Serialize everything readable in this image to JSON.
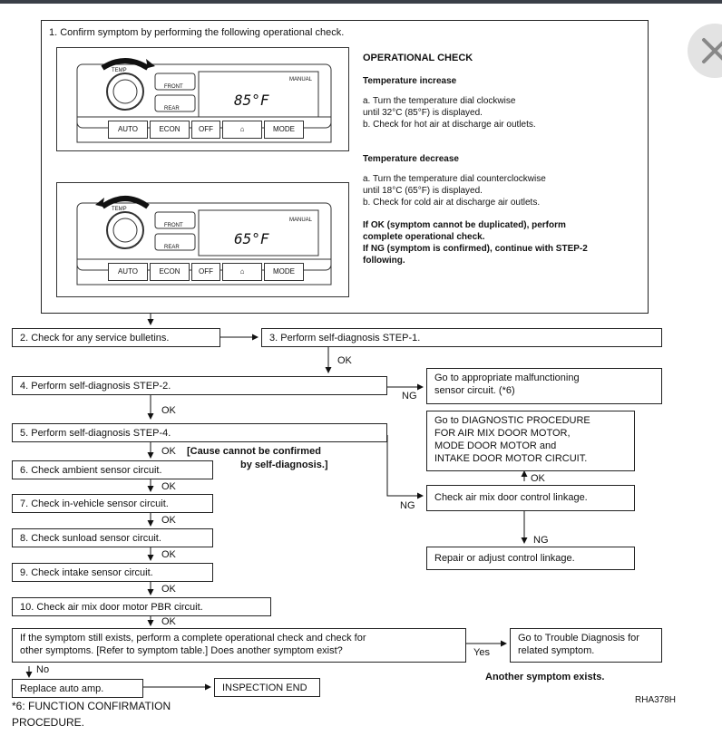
{
  "step1": {
    "text": "1.  Confirm symptom by performing the following operational check.",
    "panel1": {
      "display": "85°F",
      "buttons": [
        "AUTO",
        "ECON",
        "OFF",
        "",
        "MODE"
      ],
      "dial_label": "TEMP",
      "front": "FRONT",
      "rear": "REAR",
      "manual": "MANUAL"
    },
    "panel2": {
      "display": "65°F",
      "buttons": [
        "AUTO",
        "ECON",
        "OFF",
        "",
        "MODE"
      ],
      "dial_label": "TEMP",
      "front": "FRONT",
      "rear": "REAR",
      "manual": "MANUAL"
    },
    "ops_title": "OPERATIONAL CHECK",
    "inc_title": "Temperature increase",
    "inc_lines": [
      "a.  Turn the temperature dial clockwise",
      "until 32°C (85°F) is displayed.",
      "b.  Check for hot air at discharge air outlets."
    ],
    "dec_title": "Temperature decrease",
    "dec_lines": [
      "a.  Turn the temperature dial counterclockwise",
      "until 18°C (65°F) is displayed.",
      "b.  Check for cold air at discharge air outlets."
    ],
    "note_lines": [
      "If OK (symptom cannot be duplicated), perform",
      "complete operational check.",
      "If NG (symptom is confirmed), continue with STEP-2",
      "following."
    ]
  },
  "steps": {
    "s2": "2.  Check for any service bulletins.",
    "s3": "3.  Perform self-diagnosis STEP-1.",
    "s4": "4.  Perform self-diagnosis STEP-2.",
    "s5": "5.  Perform self-diagnosis STEP-4.",
    "s6": "6.  Check ambient sensor circuit.",
    "s7": "7.  Check in-vehicle sensor circuit.",
    "s8": "8.  Check sunload sensor circuit.",
    "s9": "9.  Check intake sensor circuit.",
    "s10": "10.  Check air mix door motor PBR circuit.",
    "s11": [
      "If the symptom still exists, perform a complete operational check  and    check    for",
      "other symptoms. [Refer to symptom table.] Does another symptom exist?"
    ],
    "replace": "Replace auto amp.",
    "end": "INSPECTION END",
    "malfunction": [
      "Go to appropriate malfunctioning",
      "sensor circuit. (*6)"
    ],
    "diag": [
      "Go to DIAGNOSTIC PROCEDURE",
      "FOR AIR MIX DOOR MOTOR,",
      "MODE DOOR MOTOR and",
      "INTAKE DOOR MOTOR CIRCUIT."
    ],
    "linkage": "Check air mix door control linkage.",
    "repair": "Repair or adjust control linkage.",
    "trouble": [
      "Go to Trouble Diagnosis for",
      "related symptom."
    ]
  },
  "labels": {
    "ok": "OK",
    "ng": "NG",
    "yes": "Yes",
    "no": "No",
    "cause1": "[Cause cannot be confirmed",
    "cause2": "by self-diagnosis.]",
    "another": "Another symptom exists.",
    "code": "RHA378H",
    "foot1": "*6:  FUNCTION CONFIRMATION",
    "foot2": "PROCEDURE."
  }
}
